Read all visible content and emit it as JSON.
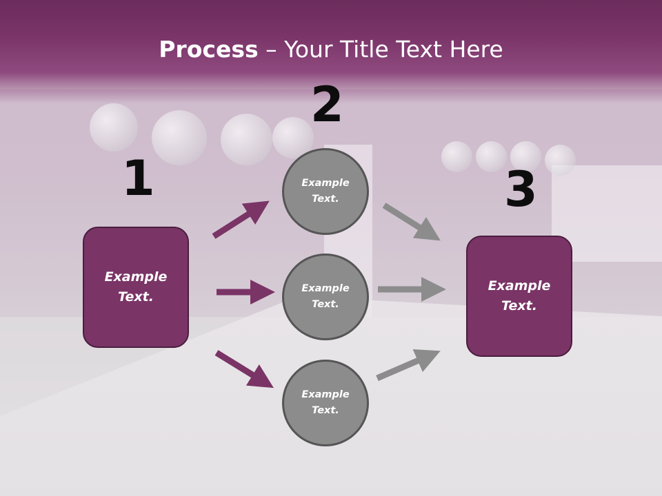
{
  "title": {
    "bold": "Process",
    "rest": " – Your Title Text Here"
  },
  "steps": {
    "one": "1",
    "two": "2",
    "three": "3"
  },
  "left_box": {
    "text": "Example\nText."
  },
  "right_box": {
    "text": "Example\nText."
  },
  "circles": [
    {
      "text": "Example\nText."
    },
    {
      "text": "Example\nText."
    },
    {
      "text": "Example\nText."
    }
  ],
  "colors": {
    "accent": "#7a3466",
    "header": "#7a3468",
    "arrow_purple": "#7a3466",
    "arrow_gray": "#8c8c8c",
    "circle_fill": "#8c8c8c"
  }
}
